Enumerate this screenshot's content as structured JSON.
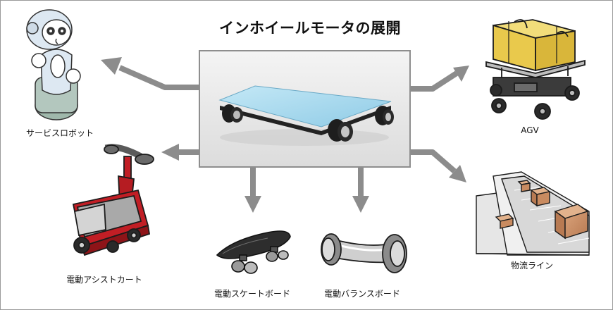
{
  "title": "インホイールモータの展開",
  "colors": {
    "arrow": "#8c8c8c",
    "board_top": "#a9d9ee",
    "wheel": "#222222",
    "frame_border": "#9a9a9a"
  },
  "center": {
    "name": "in-wheel-motor-board"
  },
  "applications": [
    {
      "key": "service-robot",
      "label": "サービスロボット"
    },
    {
      "key": "agv",
      "label": "AGV"
    },
    {
      "key": "electric-assist-cart",
      "label": "電動アシストカート"
    },
    {
      "key": "electric-skateboard",
      "label": "電動スケートボード"
    },
    {
      "key": "electric-balance-board",
      "label": "電動バランスボード"
    },
    {
      "key": "conveyor-line",
      "label": "物流ライン"
    }
  ]
}
